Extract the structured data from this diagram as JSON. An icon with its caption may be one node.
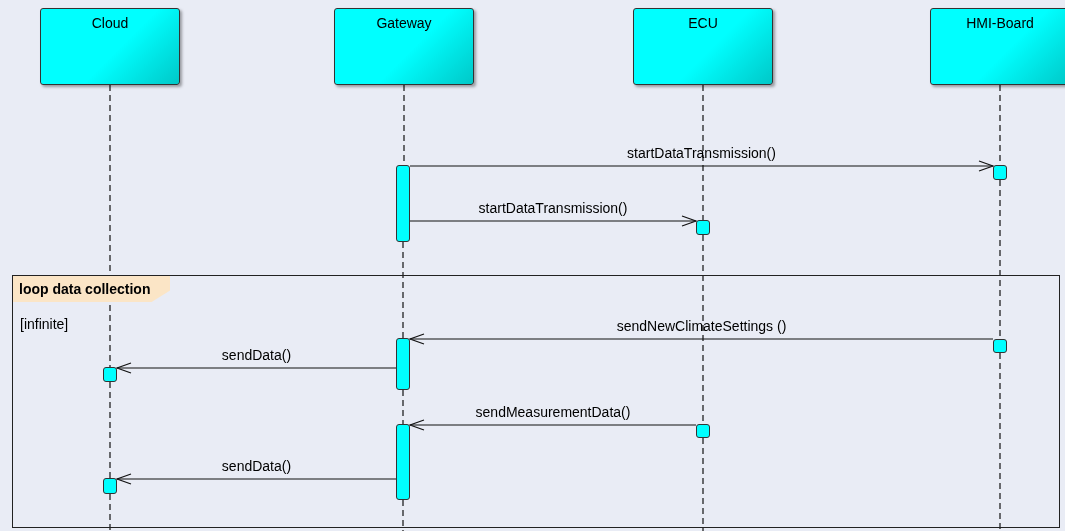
{
  "diagram": {
    "nodes": [
      {
        "text": [
          "Cloud"
        ]
      },
      {
        "text": [
          "Gateway"
        ]
      },
      {
        "text": [
          "ECU"
        ]
      },
      {
        "text": [
          "HMI-Board"
        ]
      },
      {
        "text": [],
        "shape": "bar"
      },
      {
        "text": [],
        "shape": "bar"
      },
      {
        "text": [],
        "shape": "bar"
      },
      {
        "text": [
          "loop data collection",
          "[infinite]"
        ]
      },
      {
        "text": [],
        "shape": "bar",
        "in": 7
      },
      {
        "text": [],
        "shape": "bar",
        "in": 7
      },
      {
        "text": [],
        "shape": "bar",
        "in": 7
      },
      {
        "text": [],
        "shape": "bar",
        "in": 7
      },
      {
        "text": [],
        "shape": "bar",
        "in": 7
      },
      {
        "text": [],
        "shape": "bar",
        "in": 7
      }
    ],
    "edges": [
      {
        "from": 4,
        "to": 5,
        "arrow": "to",
        "label": "startDataTransmission()"
      },
      {
        "from": 4,
        "to": 6,
        "arrow": "to",
        "label": "startDataTransmission()"
      },
      {
        "from": 8,
        "to": 9,
        "arrow": "to",
        "label": "sendNewClimateSettings ()"
      },
      {
        "from": 9,
        "to": 10,
        "arrow": "to",
        "label": "sendData()"
      },
      {
        "from": 11,
        "to": 12,
        "arrow": "to",
        "label": "sendMeasurementData()"
      },
      {
        "from": 12,
        "to": 13,
        "arrow": "to",
        "label": "sendData()"
      },
      {
        "from": 0,
        "to": 10,
        "arrow": "none",
        "style": "dashed"
      },
      {
        "from": 10,
        "to": 13,
        "arrow": "none",
        "style": "dashed"
      },
      {
        "from": 13,
        "to": null,
        "arrow": "none",
        "style": "dashed"
      },
      {
        "from": 1,
        "to": 4,
        "arrow": "none",
        "style": "dashed"
      },
      {
        "from": 4,
        "to": 9,
        "arrow": "none",
        "style": "dashed"
      },
      {
        "from": 9,
        "to": 12,
        "arrow": "none",
        "style": "dashed"
      },
      {
        "from": 12,
        "to": null,
        "arrow": "none",
        "style": "dashed"
      },
      {
        "from": 2,
        "to": 6,
        "arrow": "none",
        "style": "dashed"
      },
      {
        "from": 6,
        "to": 11,
        "arrow": "none",
        "style": "dashed"
      },
      {
        "from": 11,
        "to": null,
        "arrow": "none",
        "style": "dashed"
      },
      {
        "from": 3,
        "to": 5,
        "arrow": "none",
        "style": "dashed"
      },
      {
        "from": 5,
        "to": 8,
        "arrow": "none",
        "style": "dashed"
      },
      {
        "from": 8,
        "to": null,
        "arrow": "none",
        "style": "dashed"
      }
    ]
  }
}
